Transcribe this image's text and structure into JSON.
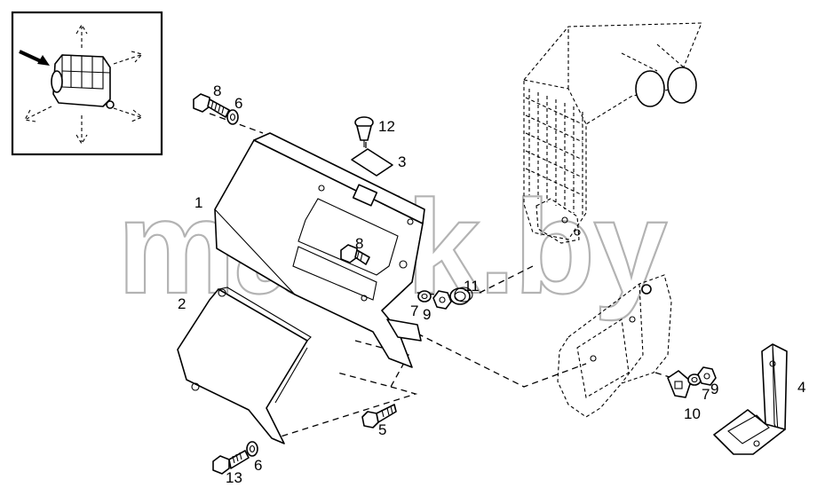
{
  "watermark": "mazik.by",
  "callouts": [
    {
      "id": "c1",
      "text": "1"
    },
    {
      "id": "c2",
      "text": "2"
    },
    {
      "id": "c3",
      "text": "3"
    },
    {
      "id": "c4",
      "text": "4"
    },
    {
      "id": "c5",
      "text": "5"
    },
    {
      "id": "c6a",
      "text": "6"
    },
    {
      "id": "c6b",
      "text": "6"
    },
    {
      "id": "c7a",
      "text": "7"
    },
    {
      "id": "c7b",
      "text": "7"
    },
    {
      "id": "c8a",
      "text": "8"
    },
    {
      "id": "c8b",
      "text": "8"
    },
    {
      "id": "c9a",
      "text": "9"
    },
    {
      "id": "c9b",
      "text": "9"
    },
    {
      "id": "c10",
      "text": "10"
    },
    {
      "id": "c11",
      "text": "11"
    },
    {
      "id": "c12",
      "text": "12"
    },
    {
      "id": "c13",
      "text": "13"
    }
  ]
}
